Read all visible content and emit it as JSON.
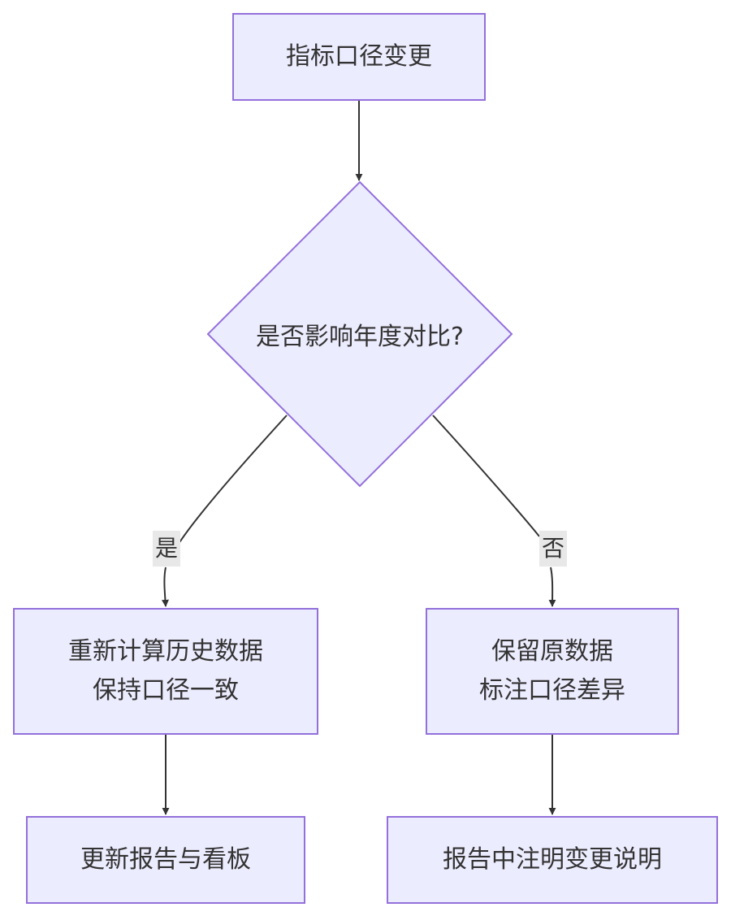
{
  "nodes": {
    "start": {
      "label": "指标口径变更"
    },
    "decision": {
      "label": "是否影响年度对比?"
    },
    "recalc": {
      "line1": "重新计算历史数据",
      "line2": "保持口径一致"
    },
    "keep": {
      "line1": "保留原数据",
      "line2": "标注口径差异"
    },
    "update": {
      "label": "更新报告与看板"
    },
    "note": {
      "label": "报告中注明变更说明"
    }
  },
  "edges": {
    "yes_label": "是",
    "no_label": "否"
  },
  "colors": {
    "node_fill": "#ececff",
    "node_stroke": "#9370db",
    "edge": "#333333",
    "edge_label_bg": "#e8e8e8"
  }
}
